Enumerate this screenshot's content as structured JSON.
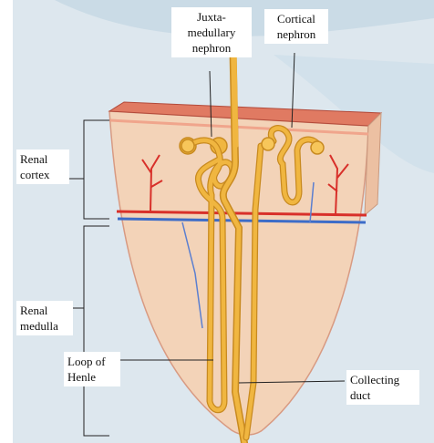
{
  "labels": {
    "juxta": "Juxta-\nmedullary\nnephron",
    "cortical": "Cortical\nnephron",
    "cortex": "Renal\ncortex",
    "medulla": "Renal\nmedulla",
    "loop": "Loop of\nHenle",
    "collecting": "Collecting\nduct"
  },
  "colors": {
    "tissue": "#f3d3b8",
    "tissue_edge": "#d89a82",
    "capsule": "#c8504a",
    "tubule": "#f0b640",
    "tubule_edge": "#c88a20",
    "artery": "#d8302a",
    "vein": "#3c6cc8",
    "page_bg": "#dde7ee"
  }
}
